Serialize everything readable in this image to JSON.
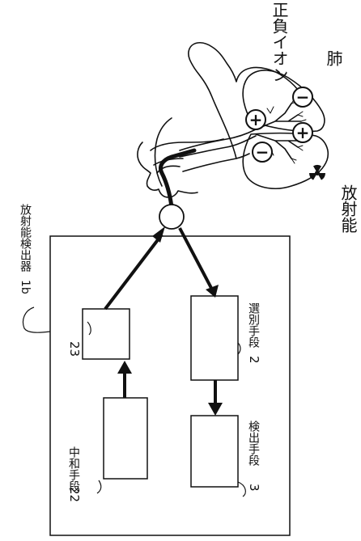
{
  "labels": {
    "ions": "正負イオン",
    "lung": "肺",
    "radioactivity": "放射能",
    "detector_title": "放射能検出器",
    "detector_ref": "1b",
    "neutralizing": "中和手段",
    "neutralizing_ref": "22",
    "box23_ref": "23",
    "selecting": "選別手段",
    "selecting_ref": "2",
    "detecting": "検出手段",
    "detecting_ref": "3"
  },
  "symbols": {
    "plus": "+",
    "minus": "−"
  }
}
